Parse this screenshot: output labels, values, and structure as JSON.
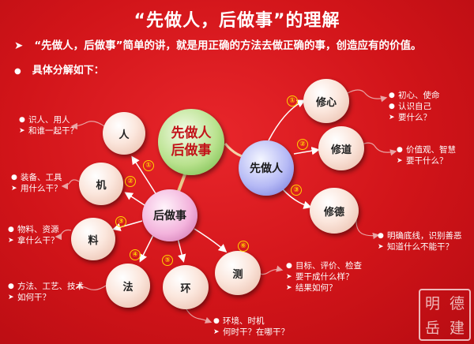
{
  "title": "“先做人，后做事”的理解",
  "intro": "“先做人，后做事”简单的讲，就是用正确的方法去做正确的事，创造应有的价值。",
  "subheading": "具体分解如下：",
  "markers": {
    "arrow": "➤",
    "dot": "●"
  },
  "center": {
    "line1": "先做人",
    "line2": "后做事"
  },
  "first": {
    "label": "先做人",
    "items": [
      {
        "num": "①",
        "label": "修心",
        "notes": [
          "初心、使命",
          "认识自己",
          "要什么？"
        ]
      },
      {
        "num": "②",
        "label": "修道",
        "notes": [
          "价值观、智慧",
          "要干什么？"
        ]
      },
      {
        "num": "③",
        "label": "修德",
        "notes": [
          "明确底线，识别善恶",
          "知道什么不能干？"
        ]
      }
    ]
  },
  "after": {
    "label": "后做事",
    "items": [
      {
        "num": "①",
        "label": "人",
        "notes": [
          "识人、用人",
          "和谁一起干？"
        ]
      },
      {
        "num": "②",
        "label": "机",
        "notes": [
          "装备、工具",
          "用什么干？"
        ]
      },
      {
        "num": "③",
        "label": "料",
        "notes": [
          "物料、资源",
          "拿什么干？"
        ]
      },
      {
        "num": "④",
        "label": "法",
        "notes": [
          "方法、工艺、技术",
          "如何干？"
        ]
      },
      {
        "num": "⑤",
        "label": "环",
        "notes": [
          "环境、时机",
          "何时干？在哪干？"
        ]
      },
      {
        "num": "⑥",
        "label": "测",
        "notes": [
          "目标、评价、检查",
          "要干成什么样？",
          "结果如何？"
        ]
      }
    ]
  },
  "seal": {
    "chars": [
      "明",
      "德",
      "岳",
      "建"
    ]
  },
  "colors": {
    "background": "#d4141d",
    "number_ring": "#ffd400",
    "center_text": "#c2141a"
  }
}
